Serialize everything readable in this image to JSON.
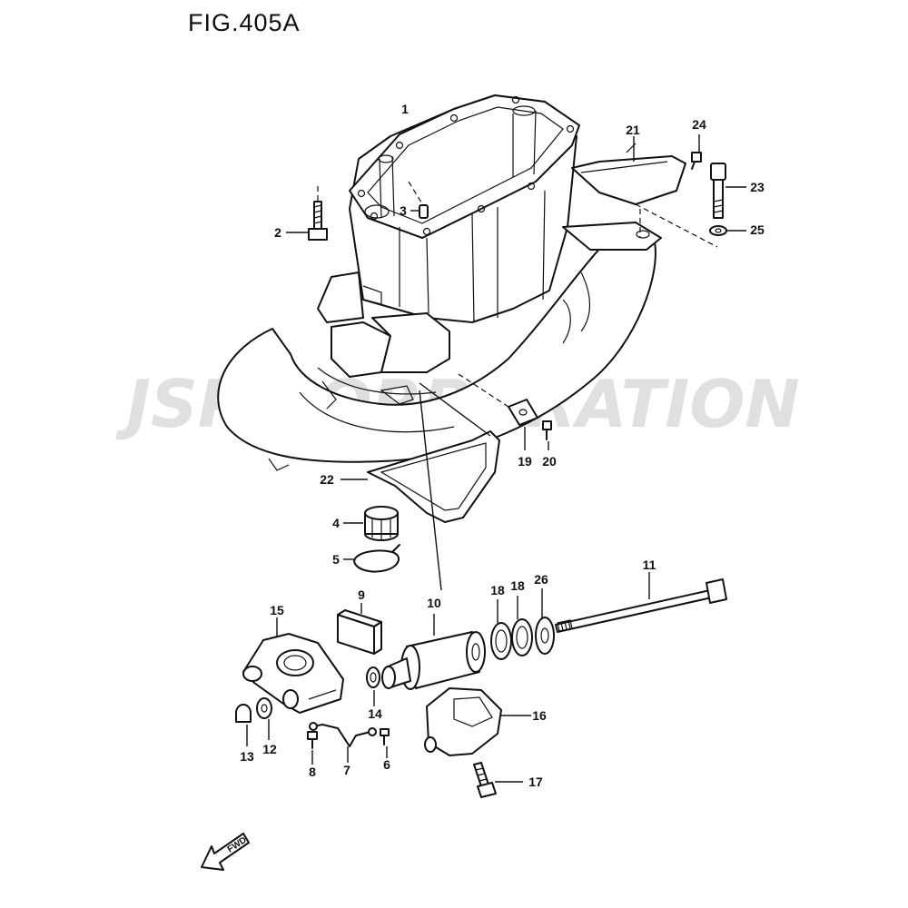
{
  "figure": {
    "title": "FIG.405A"
  },
  "watermark": {
    "text": "JSP CORPORATION",
    "color": "#c8c8c8"
  },
  "fwd_arrow": {
    "label": "FWD"
  },
  "parts": {
    "p1": "1",
    "p2": "2",
    "p3": "3",
    "p4": "4",
    "p5": "5",
    "p6": "6",
    "p7": "7",
    "p8": "8",
    "p9": "9",
    "p10": "10",
    "p11": "11",
    "p12": "12",
    "p13": "13",
    "p14": "14",
    "p15": "15",
    "p16": "16",
    "p17": "17",
    "p18a": "18",
    "p18b": "18",
    "p19": "19",
    "p20": "20",
    "p21": "21",
    "p22": "22",
    "p23": "23",
    "p24": "24",
    "p25": "25",
    "p26": "26"
  }
}
